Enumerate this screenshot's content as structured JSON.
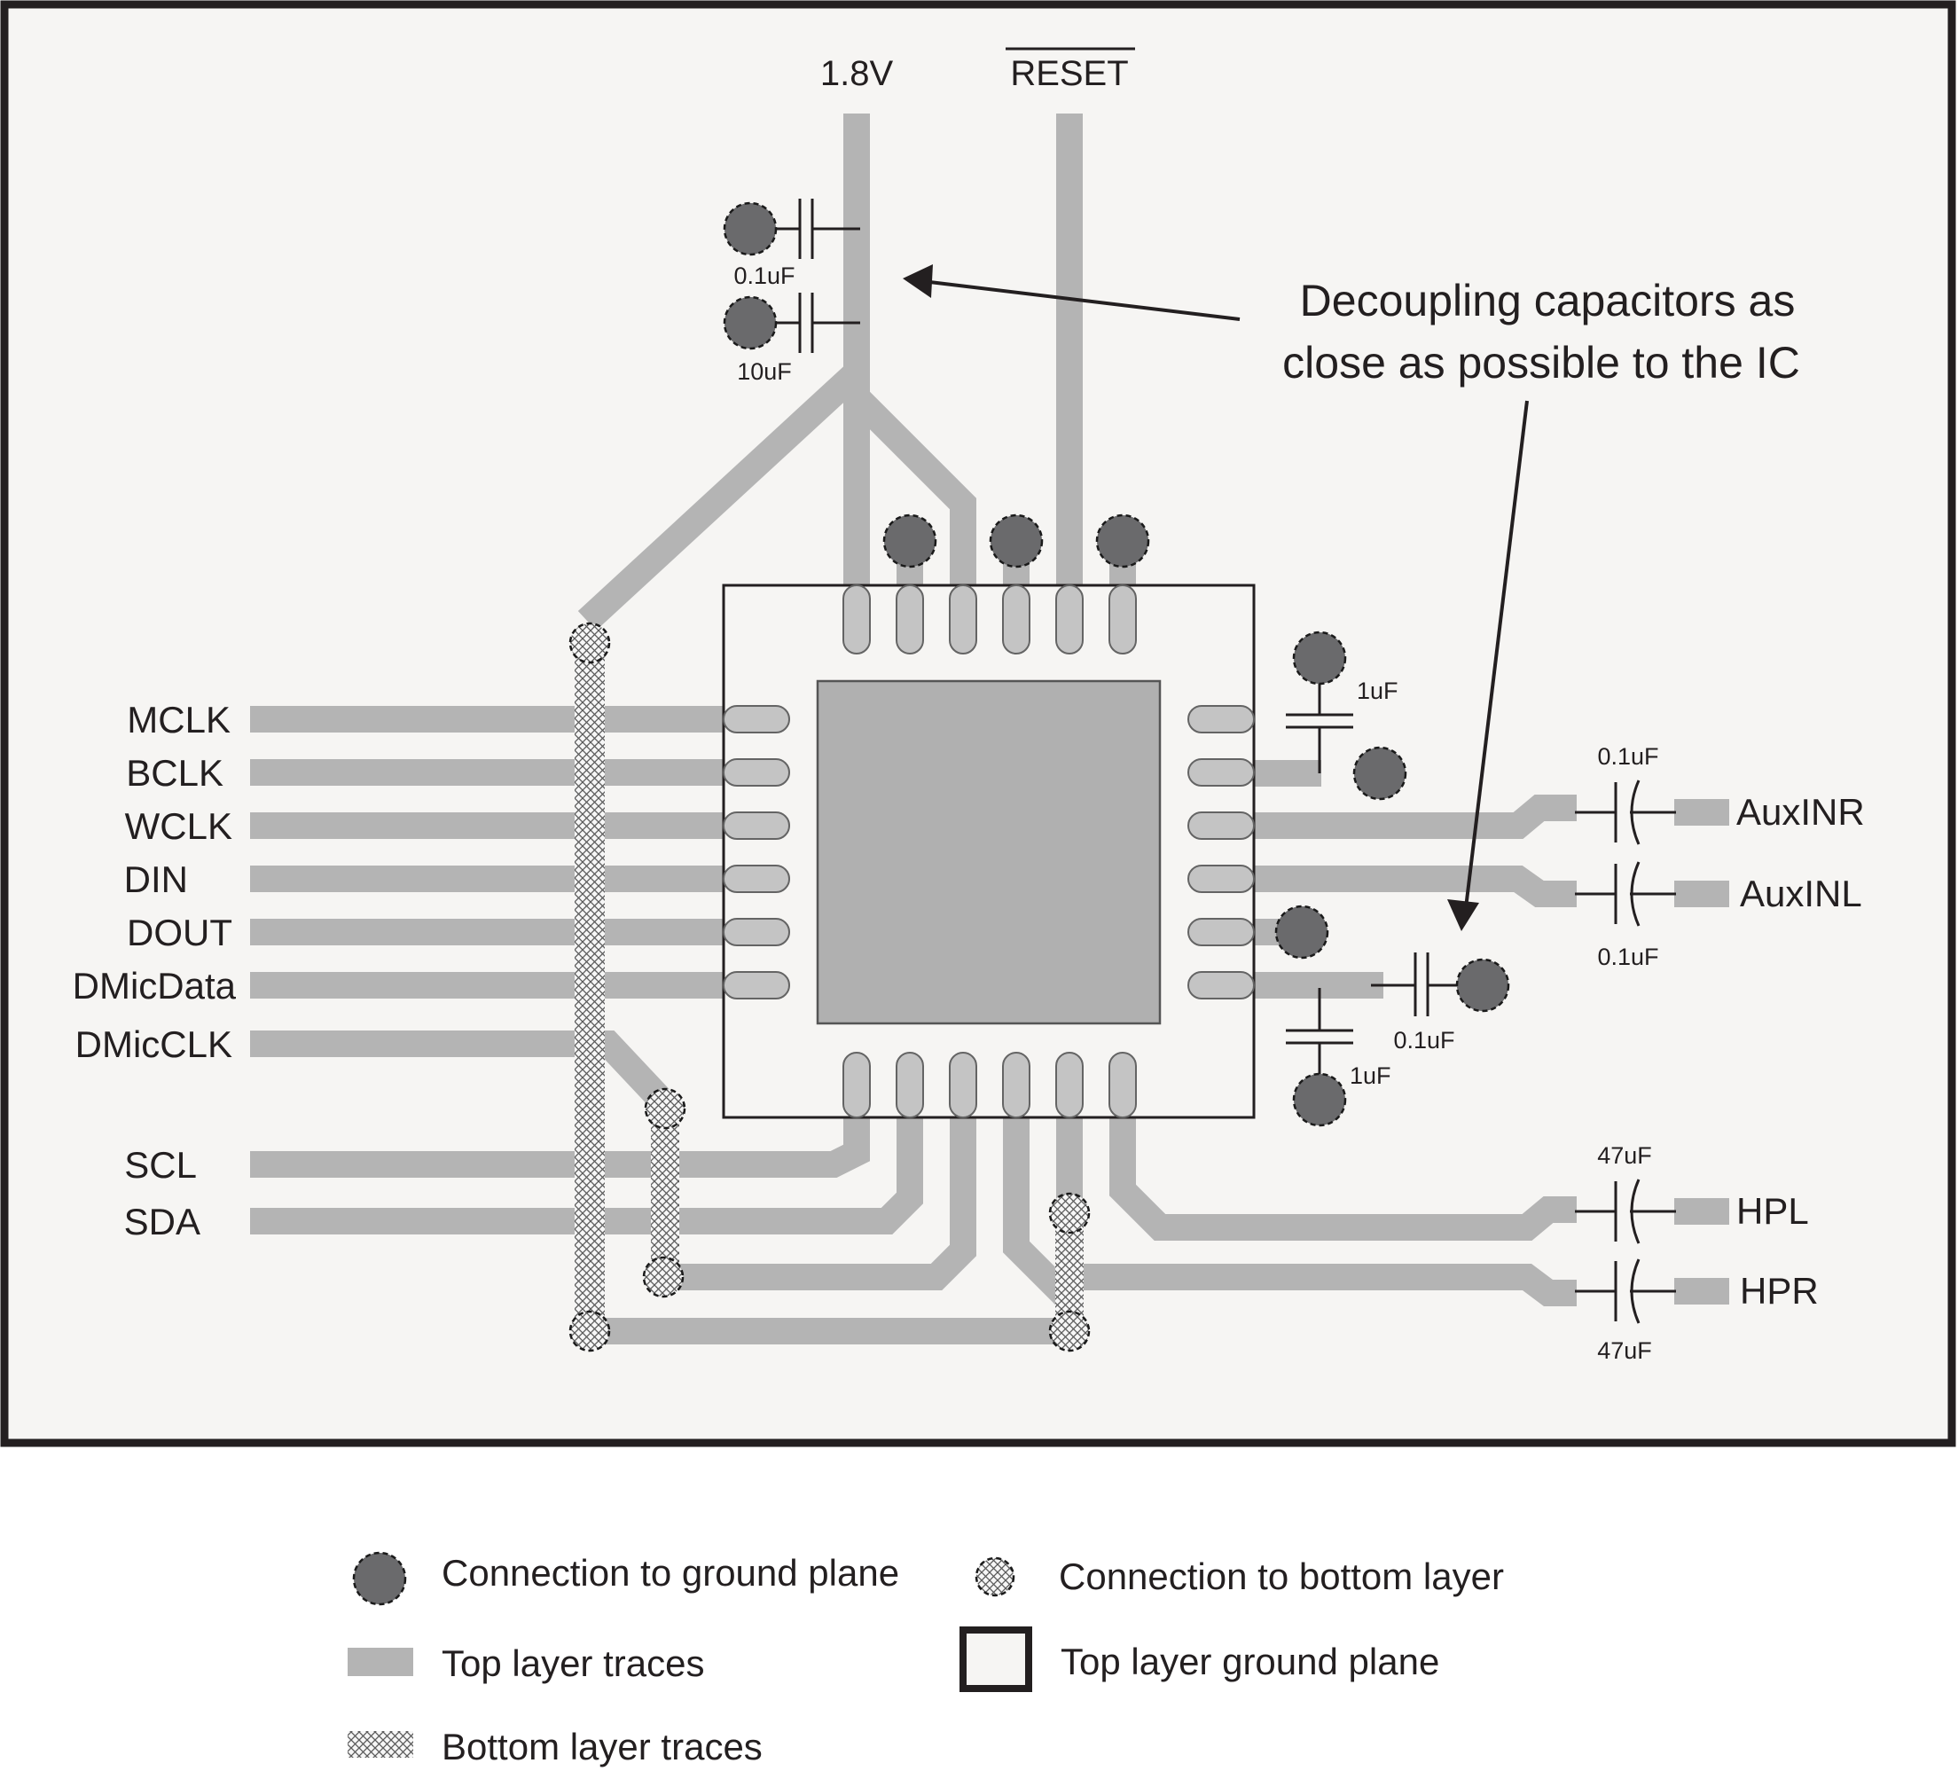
{
  "colors": {
    "board_fill": "#f6f5f3",
    "board_border": "#231f20",
    "trace": "#b4b4b4",
    "pad_fill": "#c4c4c4",
    "pad_outline": "#646464",
    "thermal_pad": "#b0b0b0",
    "ground_via": "#6a6a6c",
    "text": "#231f20"
  },
  "supply_labels": {
    "vdd": "1.8V",
    "reset": "RESET"
  },
  "annotation": {
    "line1": "Decoupling capacitors as",
    "line2": "close as possible to the IC"
  },
  "left_signals": [
    "MCLK",
    "BCLK",
    "WCLK",
    "DIN",
    "DOUT",
    "DMicData",
    "DMicCLK",
    "SCL",
    "SDA"
  ],
  "right_signals": {
    "aux_inr": "AuxINR",
    "aux_inl": "AuxINL",
    "hpl": "HPL",
    "hpr": "HPR"
  },
  "capacitor_values": {
    "vdd_cap_1": "0.1uF",
    "vdd_cap_2": "10uF",
    "right_cap_top": "1uF",
    "aux_inr_cap": "0.1uF",
    "aux_inl_cap": "0.1uF",
    "right_cap_mid": "0.1uF",
    "right_cap_bottom": "1uF",
    "hpl_cap": "47uF",
    "hpr_cap": "47uF"
  },
  "legend": {
    "ground_via": "Connection to ground plane",
    "bottom_via": "Connection to bottom layer",
    "top_traces": "Top layer traces",
    "ground_plane": "Top layer ground plane",
    "bottom_traces": "Bottom layer traces"
  }
}
